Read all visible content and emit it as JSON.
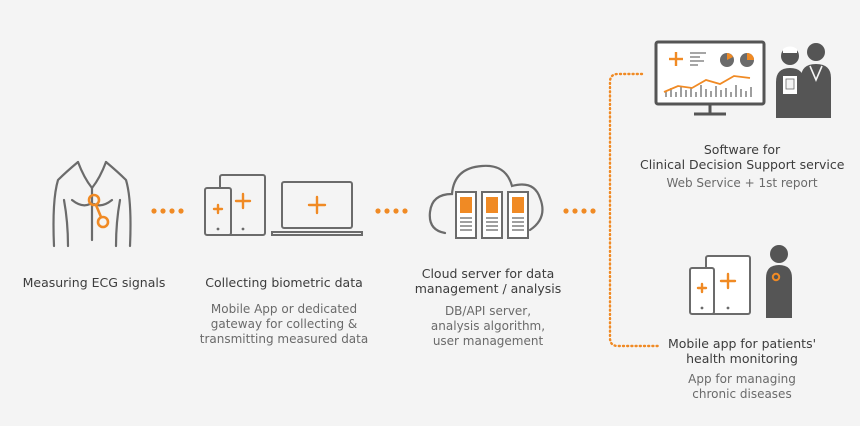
{
  "colors": {
    "accent": "#f08a24",
    "stroke": "#6b6b6b",
    "dark": "#555555",
    "text": "#4a4a4a"
  },
  "steps": [
    {
      "id": "ecg",
      "icon": "torso-ecg-icon",
      "title_lines": [
        "Measuring ECG signals"
      ],
      "desc_lines": []
    },
    {
      "id": "collect",
      "icon": "devices-icon",
      "title_lines": [
        "Collecting biometric data"
      ],
      "desc_lines": [
        "Mobile App or dedicated",
        "gateway for collecting &",
        "transmitting measured data"
      ]
    },
    {
      "id": "cloud",
      "icon": "cloud-server-icon",
      "title_lines": [
        "Cloud server for data",
        "management / analysis"
      ],
      "desc_lines": [
        "DB/API server,",
        "analysis algorithm,",
        "user management"
      ]
    },
    {
      "id": "cdss",
      "icon": "monitor-doctors-icon",
      "title_lines": [
        "Software for",
        "Clinical Decision Support service"
      ],
      "desc_lines": [
        "Web Service + 1st report"
      ]
    },
    {
      "id": "mobile",
      "icon": "mobile-patient-icon",
      "title_lines": [
        "Mobile app for patients'",
        "health monitoring"
      ],
      "desc_lines": [
        "App for managing",
        "chronic diseases"
      ]
    }
  ]
}
